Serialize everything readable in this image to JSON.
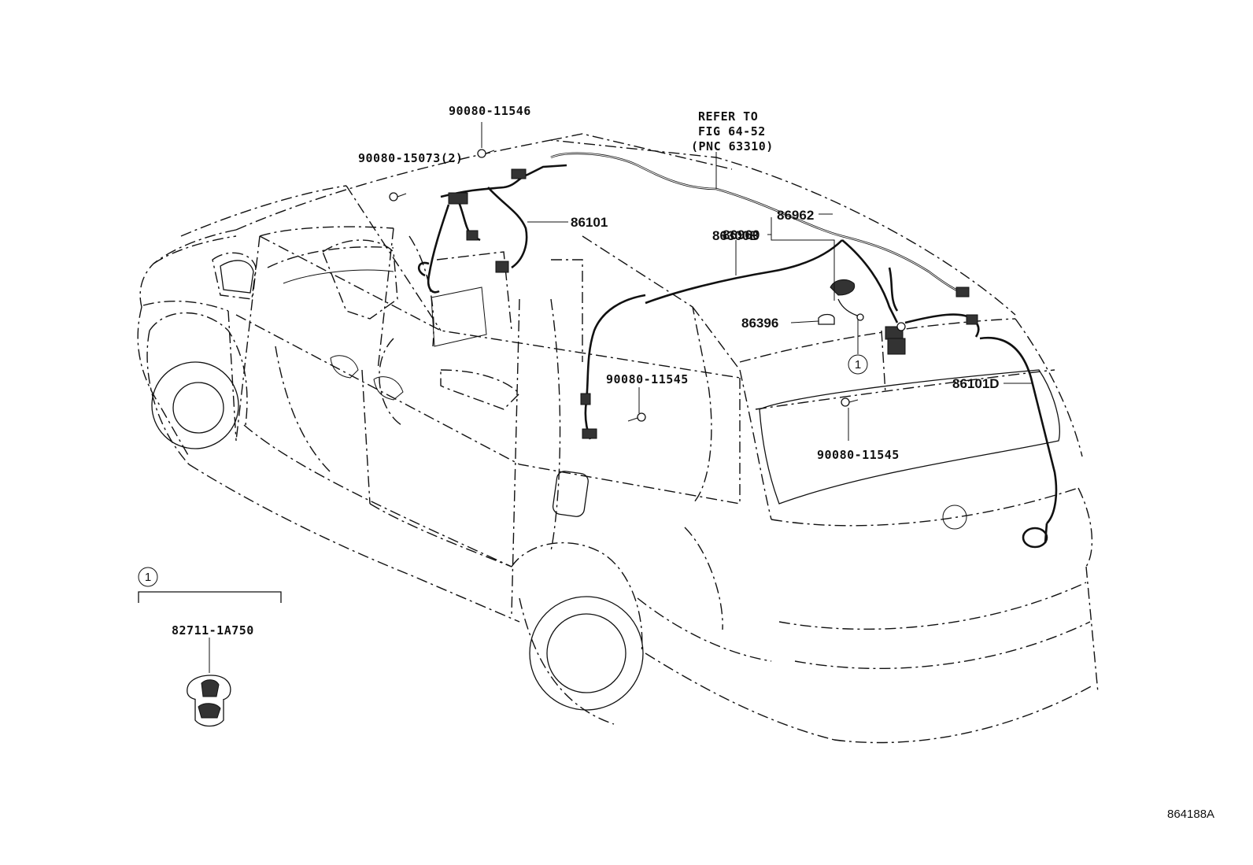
{
  "diagram": {
    "callouts": {
      "p90080_11546": "90080-11546",
      "p90080_15073": "90080-15073(2)",
      "p86101": "86101",
      "refer_to_line1": "REFER TO",
      "refer_to_line2": "FIG 64-52",
      "refer_to_line3": "(PNC 63310)",
      "p86300B": "86300B",
      "p86962": "86962",
      "p86960": "86960",
      "p86396": "86396",
      "circle_ref": "1",
      "p86101D": "86101D",
      "p90080_11545_a": "90080-11545",
      "p90080_11545_b": "90080-11545",
      "inset_ref": "1",
      "p82711_1A750": "82711-1A750"
    },
    "figure_code": "864188A"
  }
}
